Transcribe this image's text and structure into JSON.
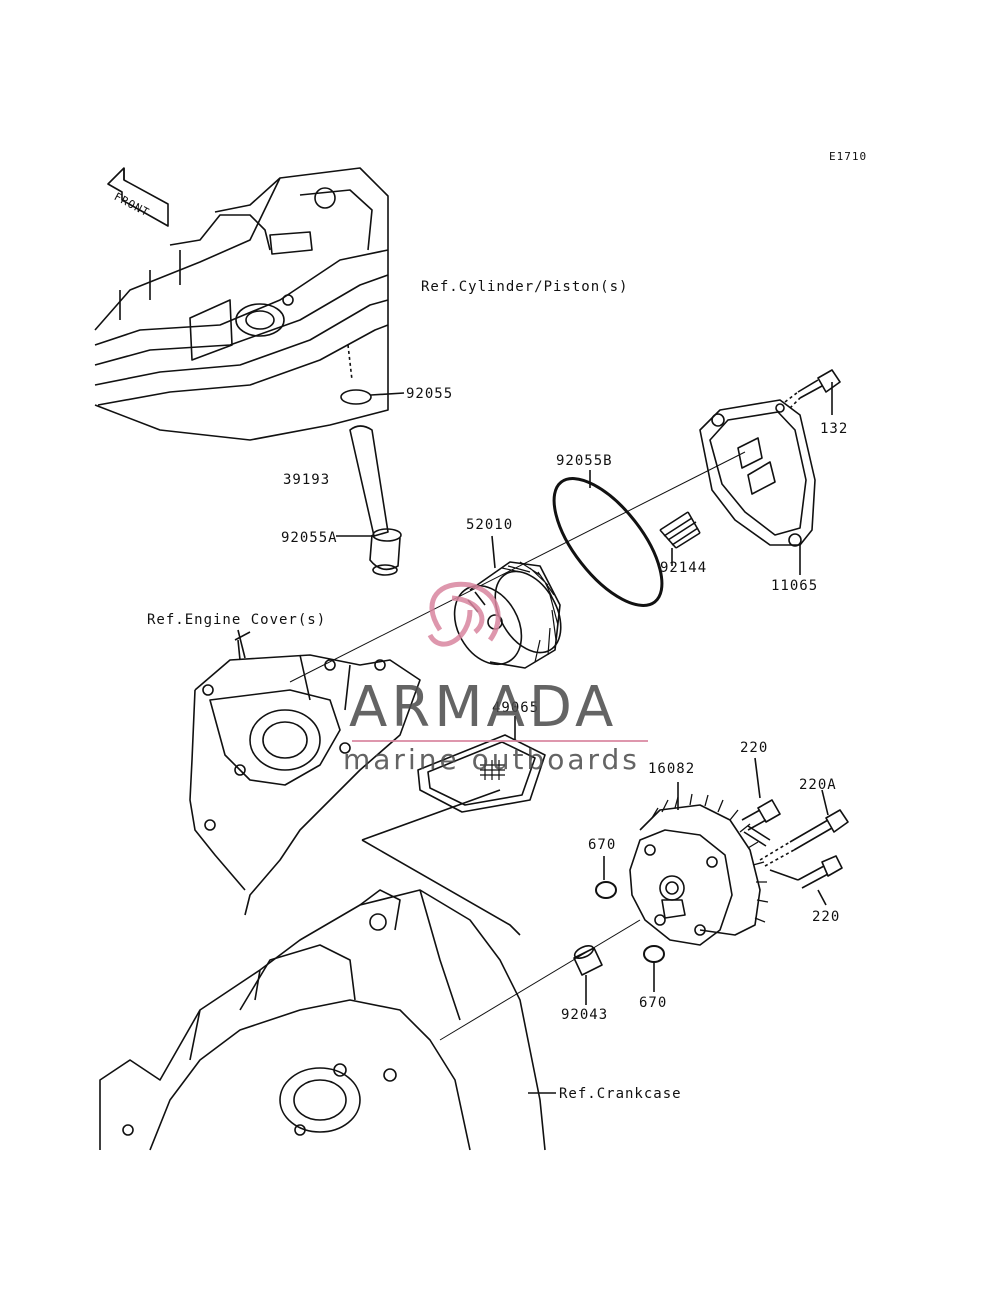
{
  "diagram_code": "E1710",
  "front_arrow_label": "FRONT",
  "refs": {
    "cylinder": "Ref.Cylinder/Piston(s)",
    "engine_cover": "Ref.Engine Cover(s)",
    "crankcase": "Ref.Crankcase"
  },
  "parts": {
    "p92055": "92055",
    "p39193": "39193",
    "p92055A": "92055A",
    "p52010": "52010",
    "p92055B": "92055B",
    "p92144": "92144",
    "p11065": "11065",
    "p132": "132",
    "p49065": "49065",
    "p16082": "16082",
    "p220_top": "220",
    "p220A": "220A",
    "p220_bottom": "220",
    "p670_top": "670",
    "p670_bottom": "670",
    "p92043": "92043"
  },
  "watermark": {
    "name": "ARMADA",
    "tagline": "marine outboards",
    "accent_color": "#d9869f",
    "text_color": "#4a4a4a"
  },
  "colors": {
    "line": "#111111",
    "background": "#ffffff"
  }
}
